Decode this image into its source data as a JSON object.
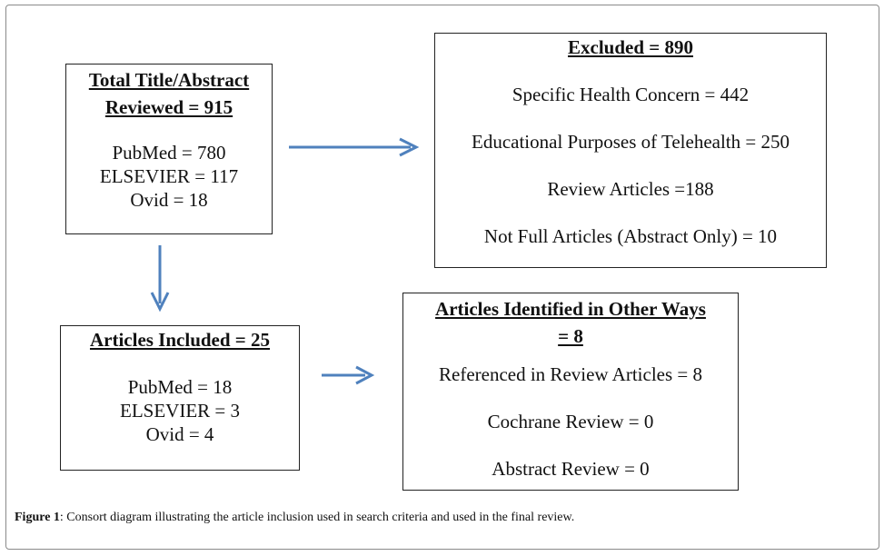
{
  "total": {
    "title_line1": "Total Title/Abstract",
    "title_line2": "Reviewed = 915",
    "lines": [
      "PubMed = 780",
      "ELSEVIER = 117",
      "Ovid = 18"
    ]
  },
  "excluded": {
    "title": "Excluded = 890",
    "lines": [
      "Specific Health Concern = 442",
      "Educational Purposes of Telehealth = 250",
      "Review Articles =188",
      "Not Full Articles (Abstract Only) = 10"
    ]
  },
  "included": {
    "title": "Articles Included = 25",
    "lines": [
      "PubMed = 18",
      "ELSEVIER = 3",
      "Ovid = 4"
    ]
  },
  "other": {
    "title_line1": "Articles Identified in Other Ways",
    "title_line2": "= 8",
    "lines": [
      "Referenced in Review Articles = 8",
      "Cochrane Review = 0",
      "Abstract Review = 0"
    ]
  },
  "caption": {
    "label": "Figure 1",
    "text": ": Consort diagram illustrating the article inclusion used in search criteria and used in the final review."
  },
  "colors": {
    "arrow": "#4f81bd",
    "border": "#222222"
  }
}
